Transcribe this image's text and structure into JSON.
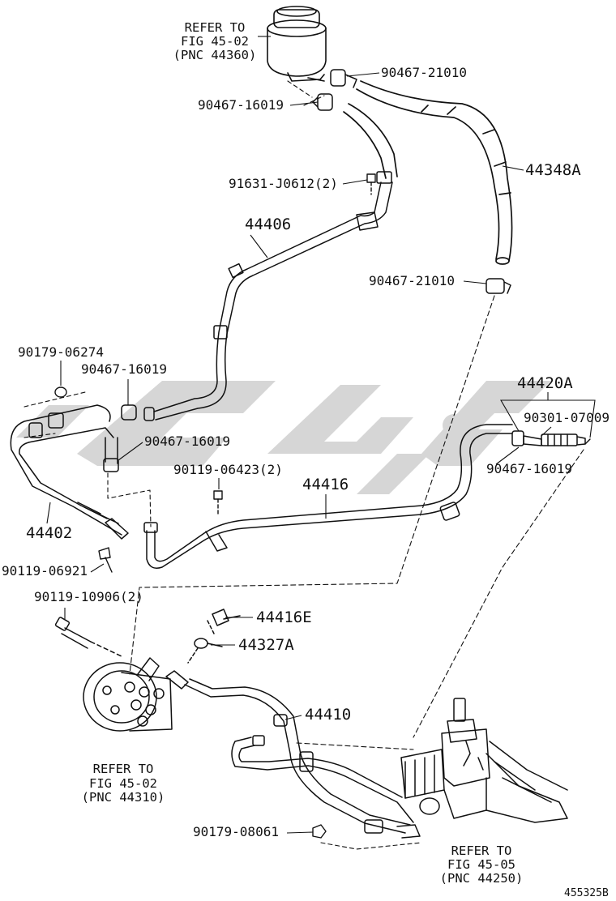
{
  "labels": {
    "ref_reservoir": {
      "line1": "REFER TO",
      "line2": "FIG 45-02",
      "line3": "(PNC 44360)"
    },
    "p90467_21010_a": "90467-21010",
    "p90467_16019_a": "90467-16019",
    "p44348A": "44348A",
    "p91631": "91631-J0612(2)",
    "p44406": "44406",
    "p90467_21010_b": "90467-21010",
    "p90179_06274": "90179-06274",
    "p90467_16019_b": "90467-16019",
    "p44420A": "44420A",
    "p90301": "90301-07009",
    "p90467_16019_c": "90467-16019",
    "p90467_16019_d": "90467-16019",
    "p90119_06423": "90119-06423(2)",
    "p44416": "44416",
    "p44402": "44402",
    "p90119_06921": "90119-06921",
    "p90119_10906": "90119-10906(2)",
    "p44416E": "44416E",
    "p44327A": "44327A",
    "p44410": "44410",
    "ref_pump": {
      "line1": "REFER TO",
      "line2": "FIG 45-02",
      "line3": "(PNC 44310)"
    },
    "p90179_08061": "90179-08061",
    "ref_gear": {
      "line1": "REFER TO",
      "line2": "FIG 45-05",
      "line3": "(PNC 44250)"
    },
    "figure_id": "455325B"
  },
  "colors": {
    "line": "#111111",
    "watermark": "#cfcfcf",
    "background": "#ffffff"
  }
}
